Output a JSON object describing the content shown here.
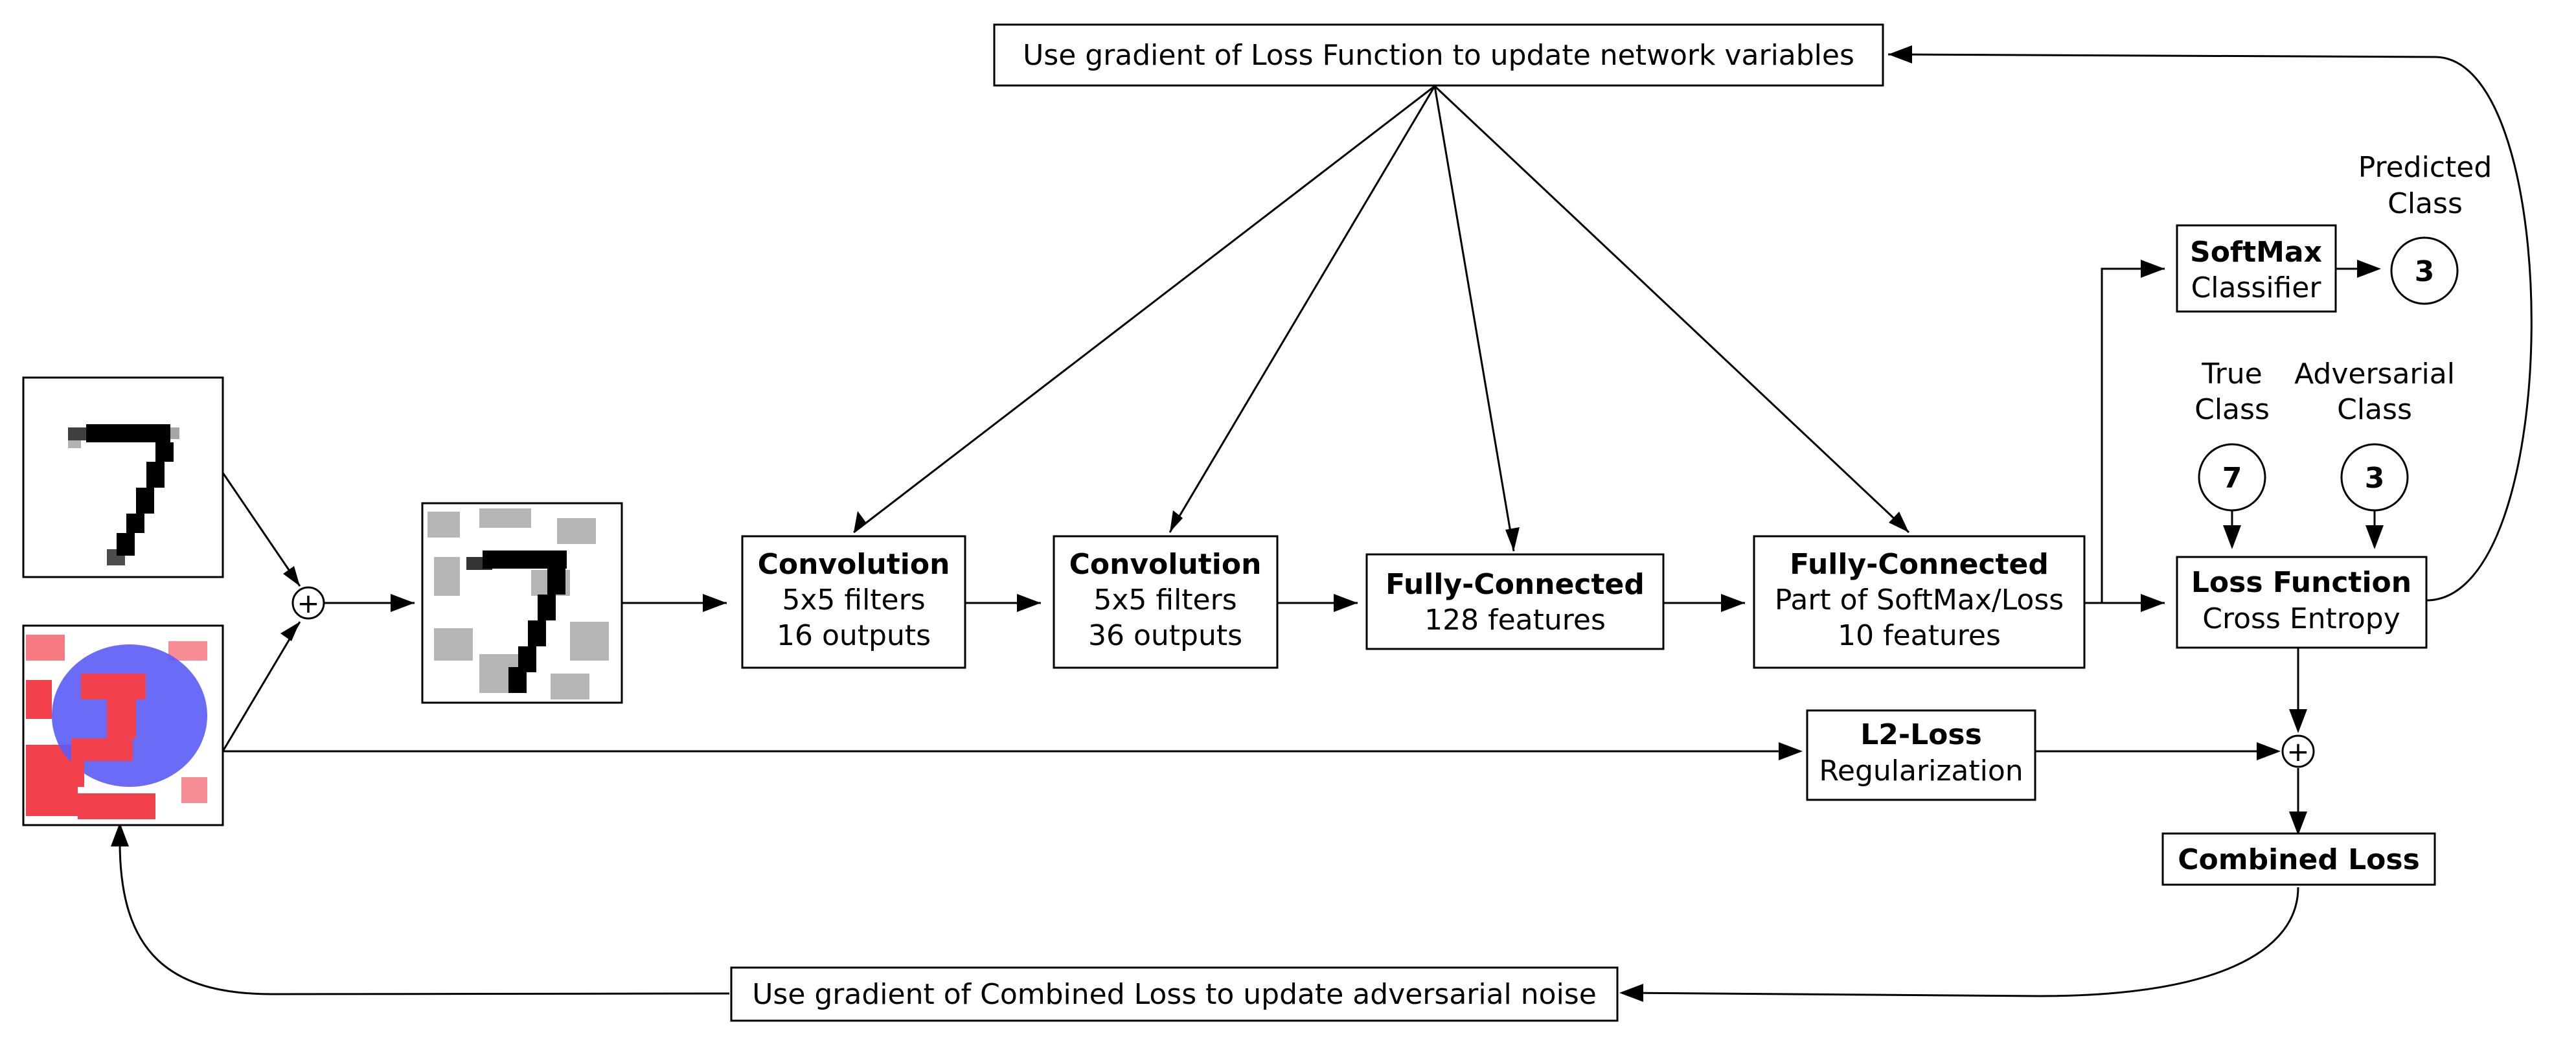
{
  "top_update": "Use gradient of Loss Function to update network variables",
  "bottom_update": "Use gradient of Combined Loss to update adversarial noise",
  "conv1": {
    "title": "Convolution",
    "line1": "5x5 filters",
    "line2": "16 outputs"
  },
  "conv2": {
    "title": "Convolution",
    "line1": "5x5 filters",
    "line2": "36 outputs"
  },
  "fc1": {
    "title": "Fully-Connected",
    "line1": "128 features"
  },
  "fc2": {
    "title": "Fully-Connected",
    "line1": "Part of SoftMax/Loss",
    "line2": "10 features"
  },
  "softmax": {
    "title": "SoftMax",
    "line1": "Classifier"
  },
  "loss": {
    "title": "Loss Function",
    "line1": "Cross Entropy"
  },
  "l2": {
    "title": "L2-Loss",
    "line1": "Regularization"
  },
  "combined": {
    "title": "Combined Loss"
  },
  "predicted": {
    "label1": "Predicted",
    "label2": "Class",
    "value": "3"
  },
  "true_class": {
    "label1": "True",
    "label2": "Class",
    "value": "7"
  },
  "adversarial": {
    "label1": "Adversarial",
    "label2": "Class",
    "value": "3"
  },
  "plus_symbol": "+",
  "colors": {
    "noise_blue": "#5a5cf6",
    "noise_red": "#f2414c",
    "ink": "#000000"
  }
}
